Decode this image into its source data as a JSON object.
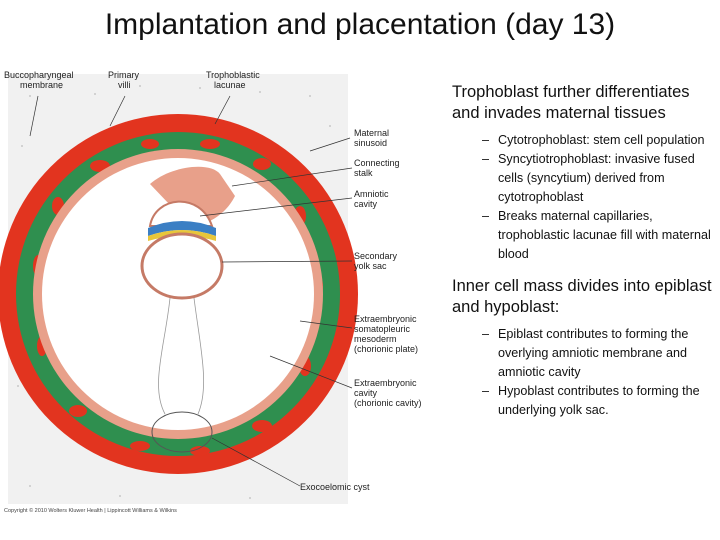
{
  "slide": {
    "title": "Implantation and placentation (day 13)"
  },
  "figure": {
    "labels": {
      "buccopharyngeal_1": "Buccopharyngeal",
      "buccopharyngeal_2": "membrane",
      "primary_villi_1": "Primary",
      "primary_villi_2": "villi",
      "trophoblastic_lacunae_1": "Trophoblastic",
      "trophoblastic_lacunae_2": "lacunae",
      "maternal_sinusoid_1": "Maternal",
      "maternal_sinusoid_2": "sinusoid",
      "connecting_stalk_1": "Connecting",
      "connecting_stalk_2": "stalk",
      "amniotic_cavity_1": "Amniotic",
      "amniotic_cavity_2": "cavity",
      "secondary_yolk_sac_1": "Secondary",
      "secondary_yolk_sac_2": "yolk sac",
      "extraembryonic_meso_1": "Extraembryonic",
      "extraembryonic_meso_2": "somatopleuric",
      "extraembryonic_meso_3": "mesoderm",
      "extraembryonic_meso_4": "(chorionic plate)",
      "extraembryonic_cavity_1": "Extraembryonic",
      "extraembryonic_cavity_2": "cavity",
      "extraembryonic_cavity_3": "(chorionic cavity)",
      "exocoelomic_cyst": "Exocoelomic cyst"
    },
    "copyright": "Copyright © 2010 Wolters Kluwer Health | Lippincott Williams & Wilkins"
  },
  "bullets": {
    "p1": "Trophoblast further differentiates and invades maternal tissues",
    "p1_items": [
      "Cytotrophoblast: stem cell population",
      "Syncytiotrophoblast: invasive fused cells (syncytium) derived from cytotrophoblast",
      "Breaks maternal capillaries, trophoblastic lacunae fill with maternal blood"
    ],
    "p2": "Inner cell mass divides into epiblast and hypoblast:",
    "p2_items": [
      "Epiblast contributes to forming the overlying amniotic membrane and amniotic cavity",
      "Hypoblast contributes to forming the underlying yolk sac."
    ],
    "dash": "–"
  },
  "colors": {
    "maternal_red": "#e2341f",
    "trophoblast_green": "#2f8f4f",
    "mesoderm_pink": "#e8a08a",
    "epiblast_blue": "#3b7fc4",
    "hypoblast_yellow": "#e8c63a"
  }
}
